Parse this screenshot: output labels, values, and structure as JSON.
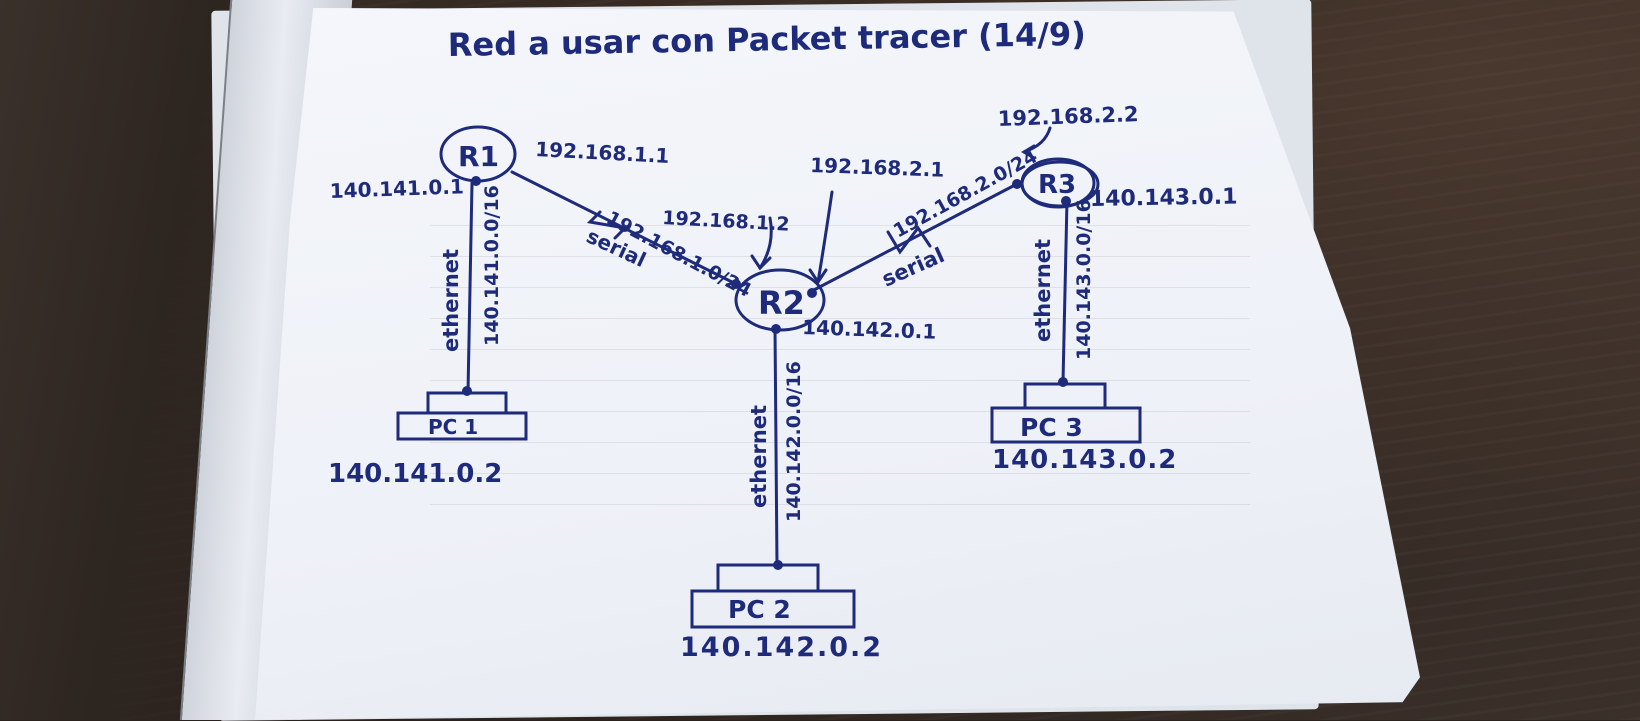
{
  "title": "Red a usar con Packet tracer (14/9)",
  "colors": {
    "ink": "#1e2a7a",
    "paper": "#f0f3f9",
    "table": "#2e2520"
  },
  "nodes": {
    "r1": {
      "label": "R1",
      "ip_right": "192.168.1.1",
      "ip_left": "140.141.0.1"
    },
    "r2": {
      "label": "R2",
      "ip_bottom": "140.142.0.1",
      "ip_left_top": "192.168.1.2",
      "ip_right_top": "192.168.2.1"
    },
    "r3": {
      "label": "R3",
      "ip_top": "192.168.2.2",
      "ip_right": "140.143.0.1"
    },
    "pc1": {
      "label": "PC 1",
      "ip": "140.141.0.2"
    },
    "pc2": {
      "label": "PC 2",
      "ip": "140.142.0.2"
    },
    "pc3": {
      "label": "PC 3",
      "ip": "140.143.0.2"
    }
  },
  "links": {
    "r1_r2": {
      "network": "192.168.1.0/24",
      "type": "serial"
    },
    "r2_r3": {
      "network": "192.168.2.0/24",
      "type": "serial"
    },
    "r1_pc1": {
      "network": "140.141.0.0/16",
      "type": "ethernet"
    },
    "r2_pc2": {
      "network": "140.142.0.0/16",
      "type": "ethernet"
    },
    "r3_pc3": {
      "network": "140.143.0.0/16",
      "type": "ethernet"
    }
  }
}
